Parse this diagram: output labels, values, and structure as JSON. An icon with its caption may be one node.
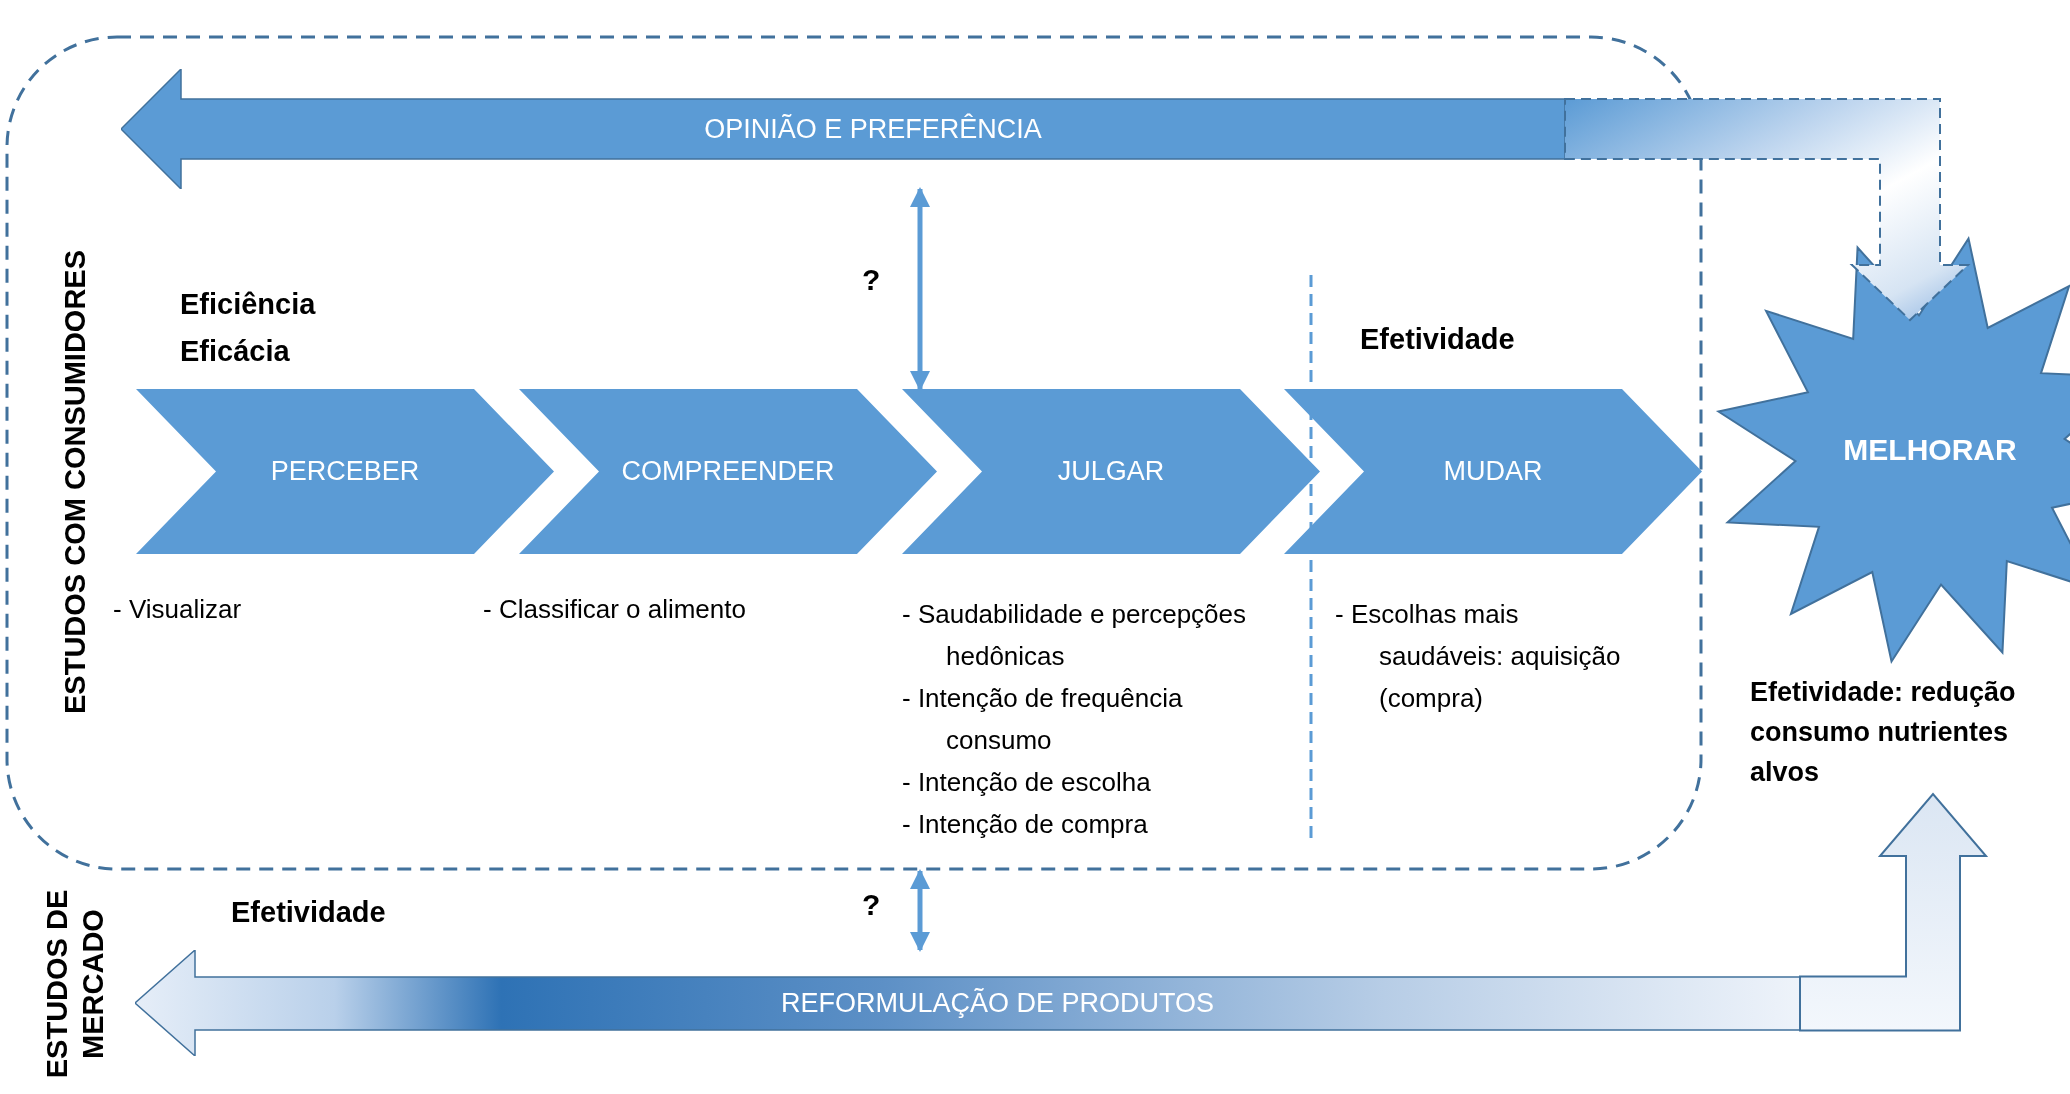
{
  "diagram": {
    "nodes": [
      {
        "text": [
          "ESTUDOS COM CONSUMIDORES"
        ]
      },
      {
        "text": [
          "OPINIÃO E PREFERÊNCIA"
        ],
        "in": 0
      },
      {
        "text": [
          "PERCEBER"
        ],
        "in": 0,
        "beside": [
          "- Visualizar"
        ]
      },
      {
        "text": [
          "COMPREENDER"
        ],
        "in": 0,
        "beside": [
          "- Classificar o alimento"
        ]
      },
      {
        "text": [
          "JULGAR"
        ],
        "in": 0,
        "beside": [
          "- Saudabilidade e percepções hedônicas",
          "- Intenção de frequência consumo",
          "- Intenção de escolha",
          "- Intenção de compra"
        ]
      },
      {
        "text": [
          "MUDAR"
        ],
        "in": 0,
        "beside": [
          "- Escolhas mais saudáveis: aquisição (compra)"
        ]
      },
      {
        "text": [
          "MELHORAR"
        ]
      },
      {
        "text": [
          "REFORMULAÇÃO DE PRODUTOS"
        ]
      },
      {
        "text": [
          "Efetividade: redução consumo nutrientes alvos"
        ]
      }
    ],
    "edges": [
      {
        "from": 1,
        "to": 6,
        "arrow": "to",
        "style": "dashed"
      },
      {
        "from": 1,
        "to": 4,
        "arrow": "both",
        "label": "?"
      },
      {
        "from": 0,
        "to": 7,
        "arrow": "both",
        "label": "?"
      },
      {
        "from": 7,
        "to": 8,
        "arrow": "to"
      }
    ],
    "labels": [
      "Eficiência",
      "Eficácia",
      "Efetividade",
      "Efetividade",
      "ESTUDOS DE MERCADO"
    ]
  }
}
